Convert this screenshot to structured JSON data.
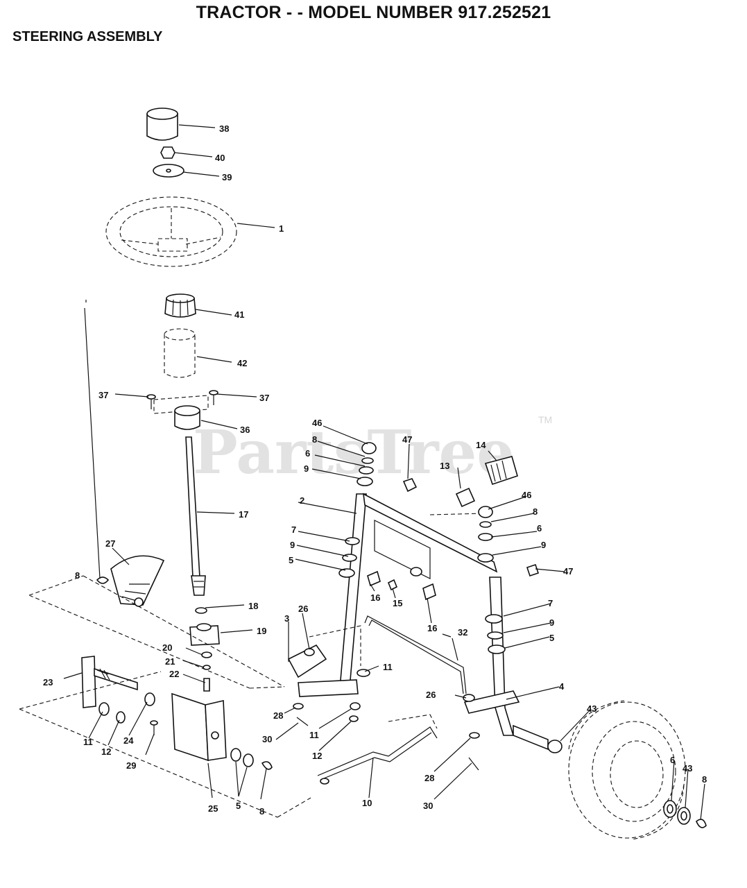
{
  "header": {
    "title": "TRACTOR - - MODEL NUMBER 917.252521",
    "subtitle": "STEERING ASSEMBLY"
  },
  "watermark": {
    "text": "PartsTree",
    "mark": "TM"
  },
  "callouts": [
    {
      "id": "c38",
      "label": "38"
    },
    {
      "id": "c40",
      "label": "40"
    },
    {
      "id": "c39",
      "label": "39"
    },
    {
      "id": "c1",
      "label": "1"
    },
    {
      "id": "c41",
      "label": "41"
    },
    {
      "id": "c42",
      "label": "42"
    },
    {
      "id": "c37a",
      "label": "37"
    },
    {
      "id": "c37b",
      "label": "37"
    },
    {
      "id": "c36",
      "label": "36"
    },
    {
      "id": "c17",
      "label": "17"
    },
    {
      "id": "c27",
      "label": "27"
    },
    {
      "id": "c8a",
      "label": "8"
    },
    {
      "id": "c18",
      "label": "18"
    },
    {
      "id": "c19",
      "label": "19"
    },
    {
      "id": "c20",
      "label": "20"
    },
    {
      "id": "c21",
      "label": "21"
    },
    {
      "id": "c22",
      "label": "22"
    },
    {
      "id": "c23",
      "label": "23"
    },
    {
      "id": "c11a",
      "label": "11"
    },
    {
      "id": "c12a",
      "label": "12"
    },
    {
      "id": "c24",
      "label": "24"
    },
    {
      "id": "c29",
      "label": "29"
    },
    {
      "id": "c25",
      "label": "25"
    },
    {
      "id": "c5a",
      "label": "5"
    },
    {
      "id": "c8b",
      "label": "8"
    },
    {
      "id": "c46a",
      "label": "46"
    },
    {
      "id": "c8c",
      "label": "8"
    },
    {
      "id": "c6a",
      "label": "6"
    },
    {
      "id": "c9a",
      "label": "9"
    },
    {
      "id": "c47a",
      "label": "47"
    },
    {
      "id": "c14",
      "label": "14"
    },
    {
      "id": "c13",
      "label": "13"
    },
    {
      "id": "c2",
      "label": "2"
    },
    {
      "id": "c46b",
      "label": "46"
    },
    {
      "id": "c8d",
      "label": "8"
    },
    {
      "id": "c6b",
      "label": "6"
    },
    {
      "id": "c9b",
      "label": "9"
    },
    {
      "id": "c47b",
      "label": "47"
    },
    {
      "id": "c7a",
      "label": "7"
    },
    {
      "id": "c9c",
      "label": "9"
    },
    {
      "id": "c5b",
      "label": "5"
    },
    {
      "id": "c16a",
      "label": "16"
    },
    {
      "id": "c15",
      "label": "15"
    },
    {
      "id": "c16b",
      "label": "16"
    },
    {
      "id": "c7b",
      "label": "7"
    },
    {
      "id": "c9d",
      "label": "9"
    },
    {
      "id": "c5c",
      "label": "5"
    },
    {
      "id": "c3",
      "label": "3"
    },
    {
      "id": "c26a",
      "label": "26"
    },
    {
      "id": "c32",
      "label": "32"
    },
    {
      "id": "c11b",
      "label": "11"
    },
    {
      "id": "c4",
      "label": "4"
    },
    {
      "id": "c26b",
      "label": "26"
    },
    {
      "id": "c28a",
      "label": "28"
    },
    {
      "id": "c30a",
      "label": "30"
    },
    {
      "id": "c11c",
      "label": "11"
    },
    {
      "id": "c12b",
      "label": "12"
    },
    {
      "id": "c43a",
      "label": "43"
    },
    {
      "id": "c10",
      "label": "10"
    },
    {
      "id": "c28b",
      "label": "28"
    },
    {
      "id": "c30b",
      "label": "30"
    },
    {
      "id": "c6c",
      "label": "6"
    },
    {
      "id": "c43b",
      "label": "43"
    },
    {
      "id": "c8e",
      "label": "8"
    }
  ]
}
